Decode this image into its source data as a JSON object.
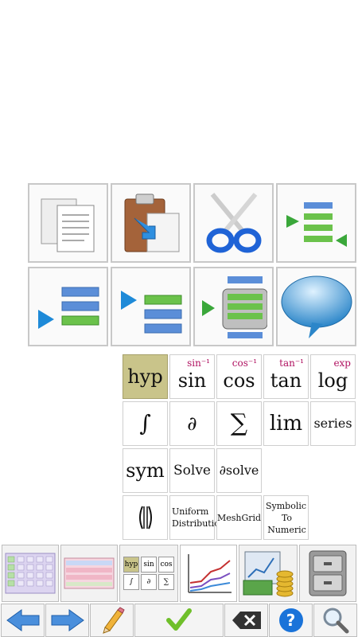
{
  "icons": {
    "row1": [
      "copy-icon",
      "paste-icon",
      "cut-icon",
      "select-range-icon"
    ],
    "row2": [
      "select-start-icon",
      "select-end-icon",
      "select-all-icon",
      "comment-icon"
    ]
  },
  "keys": {
    "hyp": "hyp",
    "sin": "sin",
    "sin_inv": "sin⁻¹",
    "cos": "cos",
    "cos_inv": "cos⁻¹",
    "tan": "tan",
    "tan_inv": "tan⁻¹",
    "log": "log",
    "exp": "exp",
    "integral": "∫",
    "partial": "∂",
    "sum": "∑",
    "lim": "lim",
    "series": "series",
    "sym": "sym",
    "solve": "Solve",
    "dsolve": "∂solve",
    "uniform_line1": "Uniform",
    "uniform_line2": "Distribution",
    "meshgrid": "MeshGrid",
    "sym2num_line1": "Symbolic",
    "sym2num_line2": "To Numeric"
  },
  "toolbar": {
    "items": [
      "numeric-keypad-icon",
      "qwerty-keyboard-icon",
      "functions-keypad-icon",
      "plot-icon",
      "finance-icon",
      "storage-cabinet-icon"
    ],
    "mini_keys": [
      "hyp",
      "sin",
      "cos",
      "∫",
      "∂",
      "∑"
    ]
  },
  "nav": [
    "back-arrow-icon",
    "forward-arrow-icon",
    "pencil-icon",
    "checkmark-icon",
    "backspace-icon",
    "help-icon",
    "search-icon"
  ],
  "nav_help": "?",
  "colors": {
    "selected_key": "#c9c48a",
    "superscript": "#b01060",
    "check": "#6fbf2a",
    "help": "#1a73d9"
  }
}
